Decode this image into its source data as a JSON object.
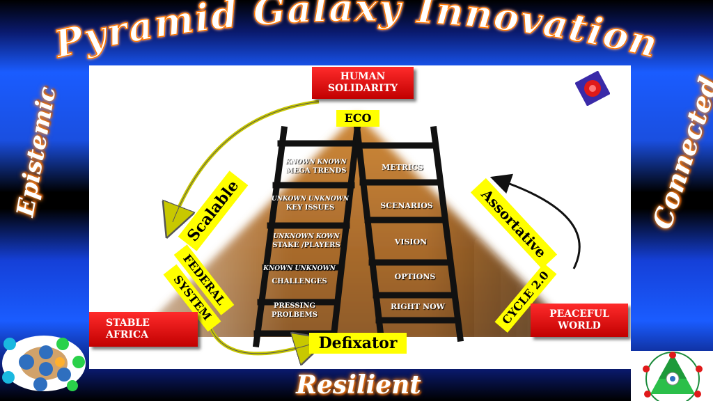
{
  "header": {
    "title": "Pyramid Galaxy Innovation"
  },
  "sides": {
    "left": "Epistemic",
    "right": "Connected",
    "bottom": "Resilient"
  },
  "tags": {
    "top": [
      "HUMAN",
      "SOLIDARITY"
    ],
    "left": [
      "STABLE",
      "AFRICA"
    ],
    "right": [
      "PEACEFUL",
      "WORLD"
    ]
  },
  "yellow_labels": {
    "eco": "ECO",
    "scalable": "Scalable",
    "federal": "FEDERAL",
    "system": "SYSTEM",
    "assortative": "Assortative",
    "cycle": "CYCLE 2.0",
    "defixator": "Defixator"
  },
  "left_ladder": [
    {
      "top": "KNOWN  KNOWN",
      "bottom": "MEGA TRENDS"
    },
    {
      "top": "UNKOWN  UNKNOWN",
      "bottom": "KEY ISSUES"
    },
    {
      "top": "UNKNOWN  KOWN",
      "bottom": "STAKE /PLAYERS"
    },
    {
      "top": "KNOWN  UNKNOWN",
      "bottom": "CHALLENGES"
    },
    {
      "top": "PRESSING",
      "bottom": "PROLBEMS"
    }
  ],
  "right_ladder": [
    "METRICS",
    "SCENARIOS",
    "VISION",
    "OPTIONS",
    "RIGHT NOW"
  ],
  "colors": {
    "accent_blue": "#1a5cff",
    "tag_red": "#d90000",
    "label_yellow": "#ffff00",
    "pyramid_brown": "#b0722e",
    "ladder_black": "#111111"
  }
}
